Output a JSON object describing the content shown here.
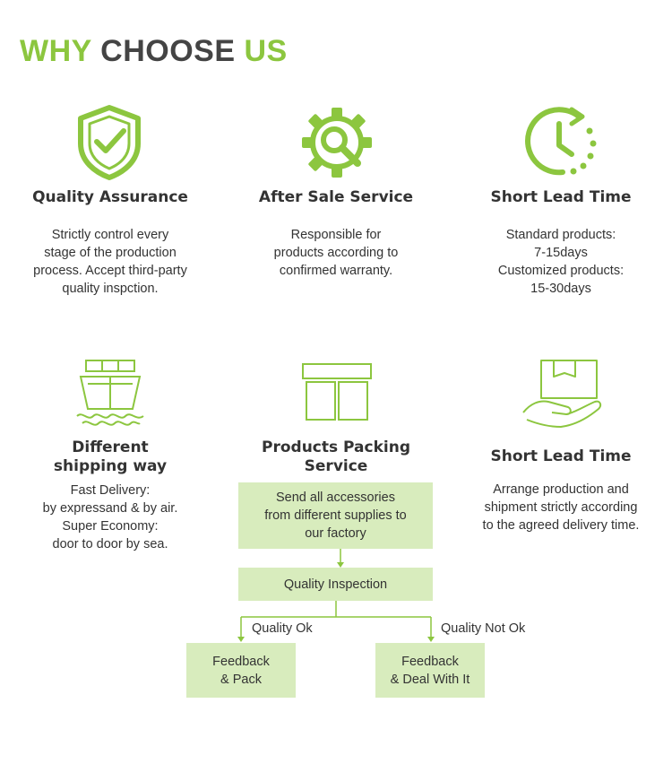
{
  "header": {
    "title_part1": "WHY",
    "title_part2": "CHOOSE",
    "title_part3": "US"
  },
  "colors": {
    "accent": "#8cc63f",
    "text": "#333333",
    "box": "#d8ecbd"
  },
  "features": [
    {
      "icon": "shield-check-icon",
      "title": "Quality Assurance",
      "description": "Strictly control every\nstage of the production\nprocess. Accept third-party\nquality inspction."
    },
    {
      "icon": "gear-magnifier-icon",
      "title": "After Sale Service",
      "description": "Responsible for\nproducts according to\nconfirmed warranty."
    },
    {
      "icon": "clock-icon",
      "title": "Short Lead Time",
      "description": "Standard products:\n7-15days\nCustomized products:\n15-30days"
    },
    {
      "icon": "cargo-ship-icon",
      "title": "Different\nshipping way",
      "description": "Fast Delivery:\nby expressand & by air.\nSuper Economy:\ndoor to door by sea."
    },
    {
      "icon": "package-box-icon",
      "title": "Products Packing\nService",
      "description": ""
    },
    {
      "icon": "hand-box-icon",
      "title": "Short Lead Time",
      "description": "Arrange production and\nshipment strictly according\nto the agreed delivery time."
    }
  ],
  "flow": {
    "step1": "Send all accessories\nfrom different supplies to\nour factory",
    "step2": "Quality Inspection",
    "label_ok": "Quality Ok",
    "label_not_ok": "Quality Not Ok",
    "step_ok": "Feedback\n& Pack",
    "step_not_ok": "Feedback\n& Deal With It"
  }
}
